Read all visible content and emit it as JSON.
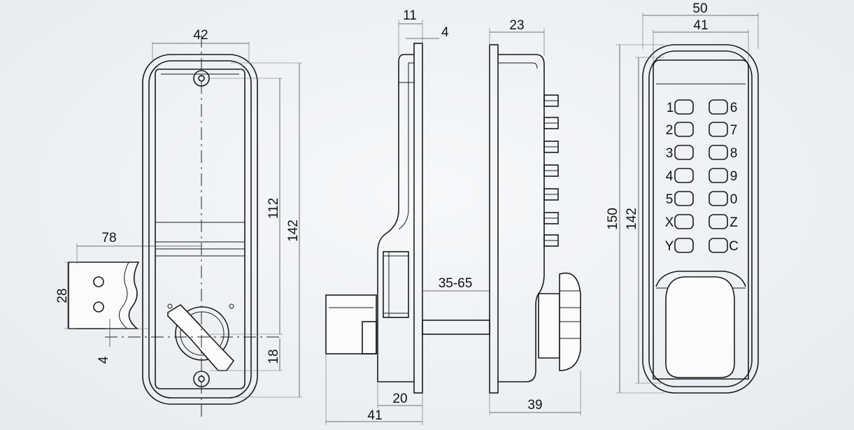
{
  "front_view": {
    "width_label": "42",
    "length_outer_label": "142",
    "screw_span_label": "112",
    "bottom_offset_label": "18",
    "latch_length_label": "78",
    "latch_height_label": "28",
    "latch_offset_label": "4"
  },
  "side_view": {
    "plate_thickness_label": "11",
    "plate_face_label": "4",
    "depth_label": "20",
    "total_depth_label": "41"
  },
  "door_label": "35-65",
  "back_view": {
    "depth_label": "23",
    "total_depth_label": "39"
  },
  "keypad_view": {
    "width_outer_label": "50",
    "width_inner_label": "41",
    "height_outer_label": "150",
    "height_inner_label": "142",
    "left_keys": [
      "1",
      "2",
      "3",
      "4",
      "5",
      "X",
      "Y"
    ],
    "right_keys": [
      "6",
      "7",
      "8",
      "9",
      "0",
      "Z",
      "C"
    ]
  }
}
